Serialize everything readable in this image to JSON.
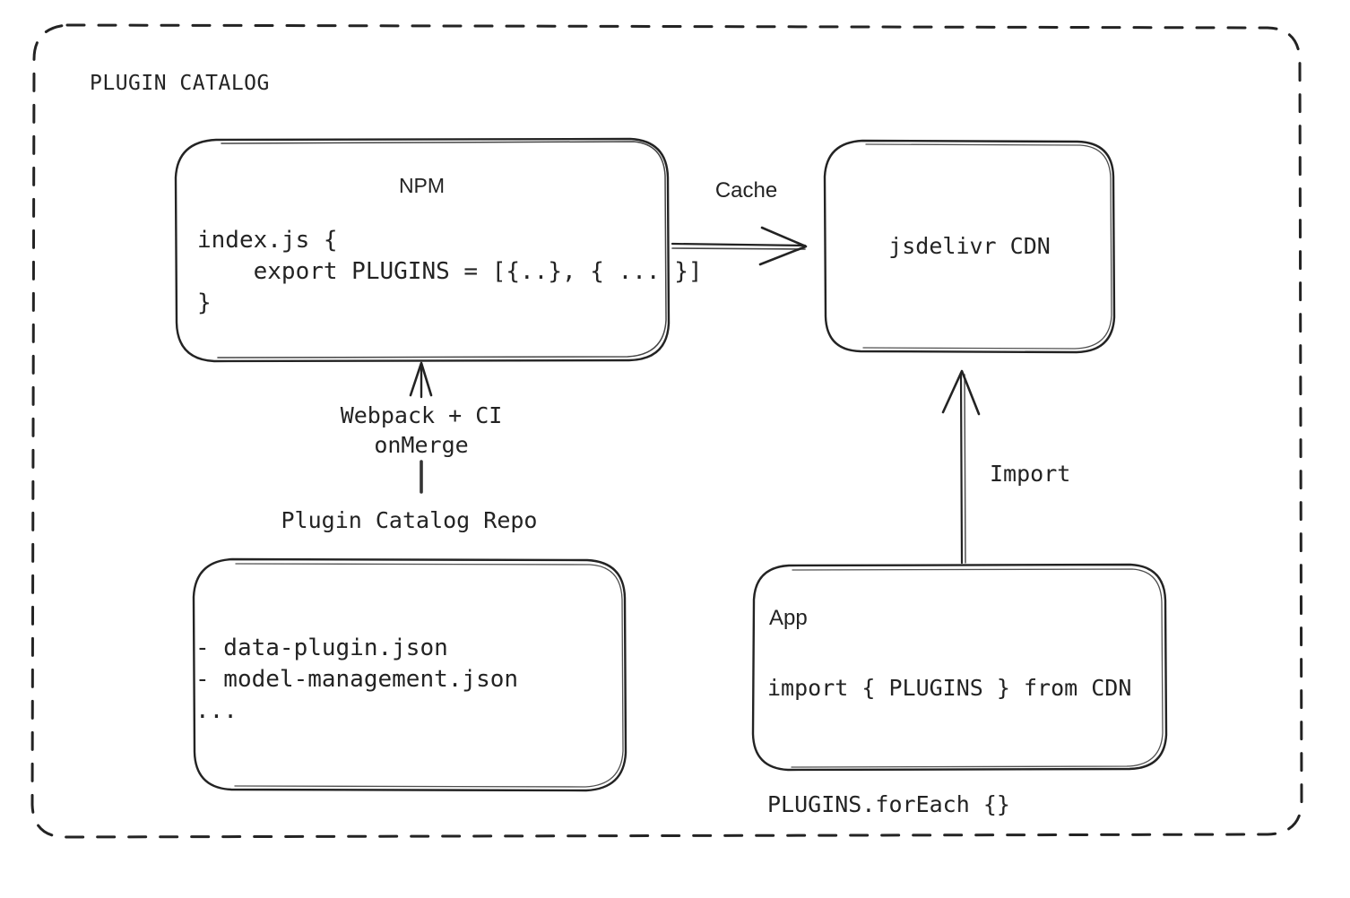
{
  "diagram": {
    "title": "PLUGIN CATALOG",
    "background": "#ffffff",
    "stroke_color": "#232323",
    "boundary_style": "dashed-rounded-rect"
  },
  "nodes": {
    "npm": {
      "title": "NPM",
      "code": "index.js {\n    export PLUGINS = [{..}, { ... }]\n}"
    },
    "cdn": {
      "title": "jsdelivr CDN"
    },
    "repo": {
      "caption": "Plugin Catalog Repo",
      "files": "- data-plugin.json\n- model-management.json\n..."
    },
    "app": {
      "title": "App",
      "code": "import { PLUGINS } from CDN\n\nPLUGINS.forEach {}"
    }
  },
  "edges": {
    "npm_to_cdn": {
      "label": "Cache",
      "from": "npm",
      "to": "cdn",
      "direction": "right"
    },
    "repo_to_npm": {
      "label": "Webpack + CI\nonMerge",
      "from": "repo",
      "to": "npm",
      "direction": "up"
    },
    "app_to_cdn": {
      "label": "Import",
      "from": "app",
      "to": "cdn",
      "direction": "up"
    }
  }
}
